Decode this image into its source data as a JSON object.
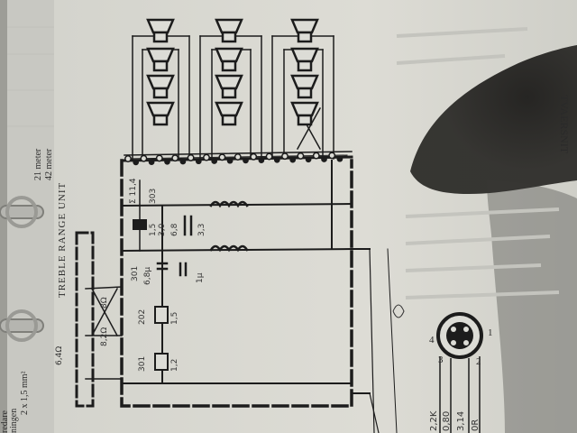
{
  "title": "TREBLE RANGE UNIT",
  "margin_notes": {
    "left_top": "21 meter",
    "left_bottom": "42 meter",
    "left_edge_1": "2 x 1,5 mm²",
    "left_edge_2": "ningen",
    "left_edge_3": "redare"
  },
  "right_edge_text": "TVAERSNIT",
  "handwritten_labels": {
    "l1": "Σ 11,4",
    "l2": "303",
    "l3": "1,5",
    "l4": "3,0",
    "l5": "6,8",
    "l6": "3,3",
    "l7": "301",
    "l8": "6,8μ",
    "l9": "1μ",
    "l10": "202",
    "l11": "1,5",
    "l12": "301",
    "l13": "1,2",
    "l14": "8Ω",
    "l15": "8,2Ω",
    "l16": "6,4Ω"
  },
  "connector_pins": [
    "1",
    "2",
    "3",
    "4"
  ],
  "connector_labels": [
    "2,2K",
    "0,80",
    "3,14",
    "0R"
  ],
  "colors": {
    "paper": "#dcdcd6",
    "ink": "#1c1c1c",
    "shadow": "#3a3936"
  }
}
